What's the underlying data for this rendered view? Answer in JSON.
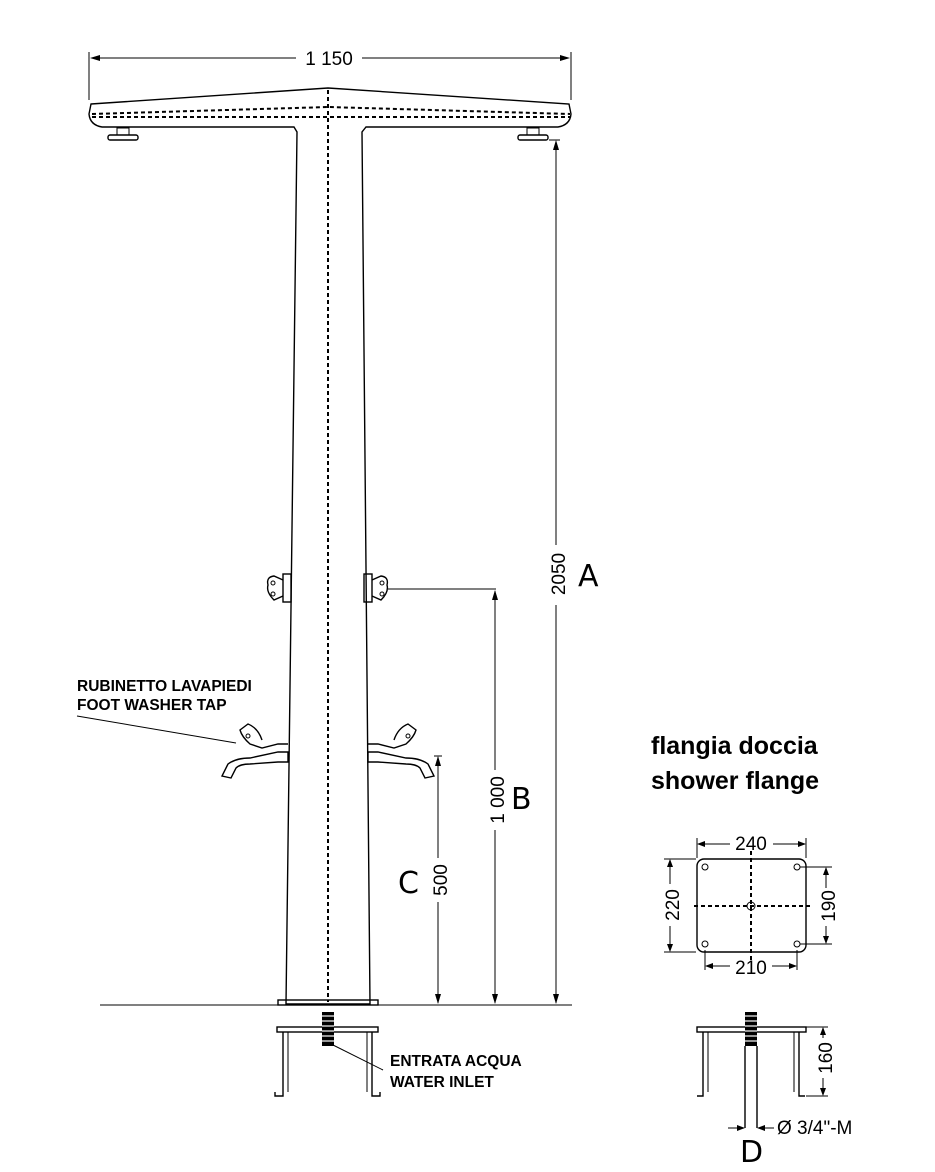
{
  "dimensions": {
    "top_width": "1 150",
    "total_height": "2050",
    "tap_height": "1 000",
    "foot_tap_height": "500"
  },
  "labels": {
    "a": "A",
    "b": "B",
    "c": "C",
    "d": "D"
  },
  "notes": {
    "foot_tap_it": "RUBINETTO LAVAPIEDI",
    "foot_tap_en": "FOOT WASHER TAP",
    "inlet_it": "ENTRATA ACQUA",
    "inlet_en": "WATER INLET"
  },
  "flange": {
    "title_it": "flangia doccia",
    "title_en": "shower flange",
    "width_outer": "240",
    "width_holes": "210",
    "height_outer": "220",
    "height_holes": "190",
    "anchor_depth": "160",
    "pipe_thread": "Ø 3/4\"-M"
  }
}
